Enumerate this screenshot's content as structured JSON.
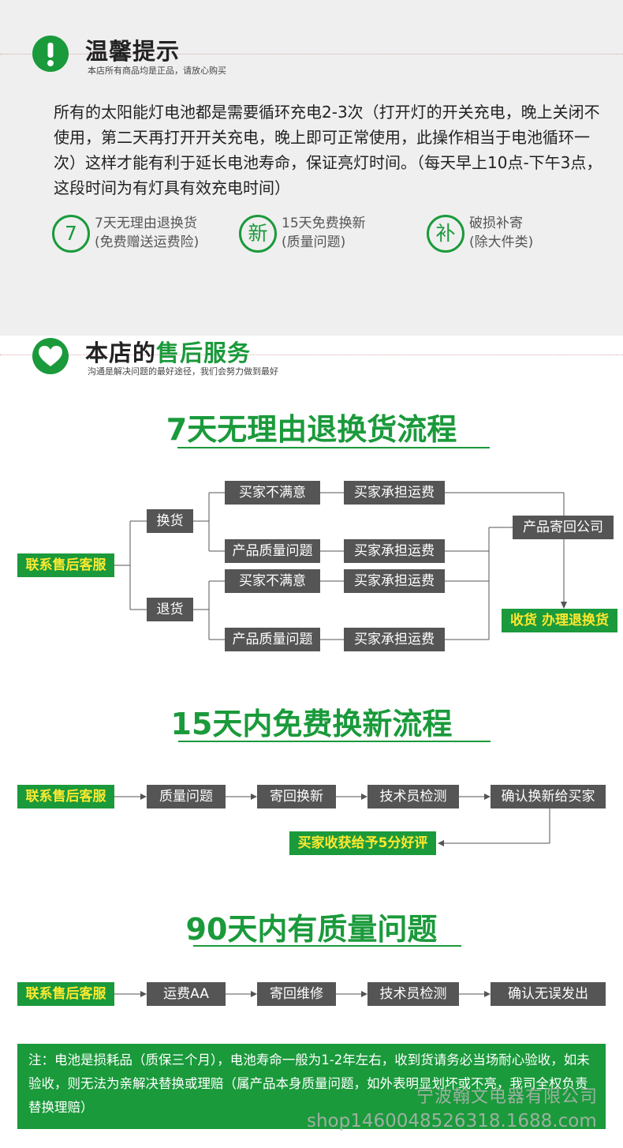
{
  "reminder": {
    "title": "温馨提示",
    "subtitle": "本店所有商品均是正品，请放心购买",
    "icon": "exclamation-icon",
    "body": "所有的太阳能灯电池都是需要循环充电2-3次（打开灯的开关充电，晚上关闭不使用，第二天再打开开关充电，晚上即可正常使用，此操作相当于电池循环一次）这样才能有利于延长电池寿命，保证亮灯时间。（每天早上10点-下午3点，这段时间为有灯具有效充电时间）",
    "services": [
      {
        "icon": "7",
        "line1": "7天无理由退换货",
        "line2": "(免费赠送运费险)"
      },
      {
        "icon": "新",
        "line1": "15天免费换新",
        "line2": "(质量问题)"
      },
      {
        "icon": "补",
        "line1": "破损补寄",
        "line2": "(除大件类)"
      }
    ]
  },
  "after_sales": {
    "title_plain": "本店的",
    "title_accent": "售后服务",
    "subtitle": "沟通是解决问题的最好途径，我们会努力做到最好",
    "icon": "heart-icon"
  },
  "flow7": {
    "title": "7天无理由退换货流程",
    "contact": "联系售后客服",
    "exchange": "换货",
    "return": "退货",
    "unsatisfied": "买家不满意",
    "quality": "产品质量问题",
    "buyer_pays": "买家承担运费",
    "send_back": "产品寄回公司",
    "receive": "收货  办理退换货"
  },
  "flow15": {
    "title": "15天内免费换新流程",
    "steps": [
      "联系售后客服",
      "质量问题",
      "寄回换新",
      "技术员检测",
      "确认换新给买家"
    ],
    "review": "买家收获给予5分好评"
  },
  "flow90": {
    "title": "90天内有质量问题",
    "steps": [
      "联系售后客服",
      "运费AA",
      "寄回维修",
      "技术员检测",
      "确认无误发出"
    ]
  },
  "note": "注：电池是损耗品（质保三个月），电池寿命一般为1-2年左右，收到货请务必当场耐心验收，如未验收，则无法为亲解决替换或理赔（属产品本身质量问题，如外表明显划坏或不亮，我司全权负责替换理赔）",
  "watermark": {
    "company": "宁波翰文电器有限公司",
    "shop": "shop1460048526318.1688.com"
  },
  "colors": {
    "accent": "#1a9a3b",
    "box": "#555555",
    "highlight": "#ffe830",
    "panel": "#efefef"
  }
}
